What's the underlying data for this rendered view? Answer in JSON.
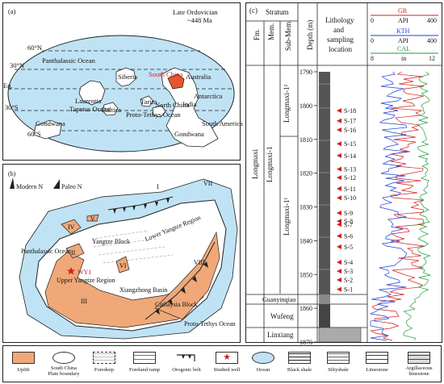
{
  "panel_a": {
    "tag": "(a)",
    "era": "Late Ordovician",
    "age": "~448 Ma",
    "lat_labels": [
      "60°N",
      "30°N",
      "Eq.",
      "30°S",
      "60°S"
    ],
    "labels": {
      "panthalassic": "Panthalassic Ocean",
      "siberia": "Siberia",
      "south_china": "South China",
      "australia": "Australia",
      "laurentia": "Laurentia",
      "tapetus": "Tapetus Ocean",
      "baltica": "Baltica",
      "tarim": "Tarim",
      "north_china": "North China",
      "india": "India",
      "antarctica": "Antarctica",
      "proto_tethys": "Proto-Tethys Ocean",
      "south_america": "South America",
      "gondwana_w": "Gondwana",
      "gondwana_e": "Gondwana"
    }
  },
  "panel_b": {
    "tag": "(b)",
    "modern_n": "Modern N",
    "paleo_n": "Paleo N",
    "labels": {
      "r1": "I",
      "r2": "II",
      "r3": "III",
      "r4": "IV",
      "r5": "V",
      "r6": "VI",
      "r7": "VII",
      "r8": "VIII",
      "panthalassic": "Panthalassic\nOcean",
      "yangtze_block": "Yangtze Block",
      "lower_yangtze": "Lower Yangtze Region",
      "well": "WY1",
      "upper_yangtze": "Upper Yangtze\nRegion",
      "xiangzhong": "Xiangzhong\nBasin",
      "cathaysia": "Cathaysia\nBlock",
      "proto_tethys": "Proto-Tethys\nOcean"
    }
  },
  "panel_c": {
    "tag": "(c)",
    "stratum": "Stratum",
    "fm": "Fm.",
    "mem": "Mem.",
    "sub_mem": "Sub-Mem.",
    "depth": "Depth (m)",
    "lithology": "Lithology\nand\nsampling\nlocation",
    "log_tracks": [
      {
        "name": "GR",
        "unit": "API",
        "min": "0",
        "max": "400",
        "color": "#d21e1e"
      },
      {
        "name": "KTH",
        "unit": "API",
        "min": "0",
        "max": "400",
        "color": "#1e3fd2"
      },
      {
        "name": "CAL",
        "unit": "in",
        "min": "8",
        "max": "12",
        "color": "#1e9e3a"
      }
    ],
    "formations": {
      "longmaxi": "Longmaxi",
      "longmaxi_1": "Longmaxi-1",
      "longmaxi_1_2": "Longmaxi-1²",
      "longmaxi_1_1": "Longmaxi-1¹",
      "guanyinqiao": "Guanyinqiao",
      "wufeng": "Wufeng",
      "linxiang": "Linxiang"
    },
    "depth_ticks": [
      "1790",
      "1800",
      "1810",
      "1820",
      "1830",
      "1840",
      "1850",
      "1860",
      "1870"
    ],
    "samples": [
      {
        "label": "S-18",
        "depth": 1801.5
      },
      {
        "label": "S-17",
        "depth": 1804.5
      },
      {
        "label": "S-16",
        "depth": 1807.2
      },
      {
        "label": "S-15",
        "depth": 1811.3
      },
      {
        "label": "S-14",
        "depth": 1814.8
      },
      {
        "label": "S-13",
        "depth": 1818.8
      },
      {
        "label": "S-12",
        "depth": 1821.3
      },
      {
        "label": "S-11",
        "depth": 1824.6
      },
      {
        "label": "S-10",
        "depth": 1827.3
      },
      {
        "label": "S-9",
        "depth": 1831.8
      },
      {
        "label": "S-8",
        "depth": 1834.2
      },
      {
        "label": "S-7",
        "depth": 1835.2
      },
      {
        "label": "S-6",
        "depth": 1838.6
      },
      {
        "label": "S-5",
        "depth": 1841.8
      },
      {
        "label": "S-4",
        "depth": 1846.4
      },
      {
        "label": "S-3",
        "depth": 1849.0
      },
      {
        "label": "S-2",
        "depth": 1851.6
      },
      {
        "label": "S-1",
        "depth": 1854.4
      }
    ]
  },
  "legend": [
    {
      "label": "Uplift"
    },
    {
      "label": "South China\nPlate boundary"
    },
    {
      "label": "Foredeep"
    },
    {
      "label": "Foreland ramp"
    },
    {
      "label": "Orogenic belt"
    },
    {
      "label": "Studied well"
    },
    {
      "label": "Ocean"
    },
    {
      "label": "Black shale"
    },
    {
      "label": "Siltyshale"
    },
    {
      "label": "Limestone"
    },
    {
      "label": "Argillaceous\nlimestone"
    }
  ],
  "colors": {
    "uplift": "#f0a878",
    "ocean": "#bfe3f5",
    "continent": "#ffffff",
    "south_china": "#e8552d",
    "well": "#d21e1e",
    "sample_marker": "#d21e1e"
  }
}
